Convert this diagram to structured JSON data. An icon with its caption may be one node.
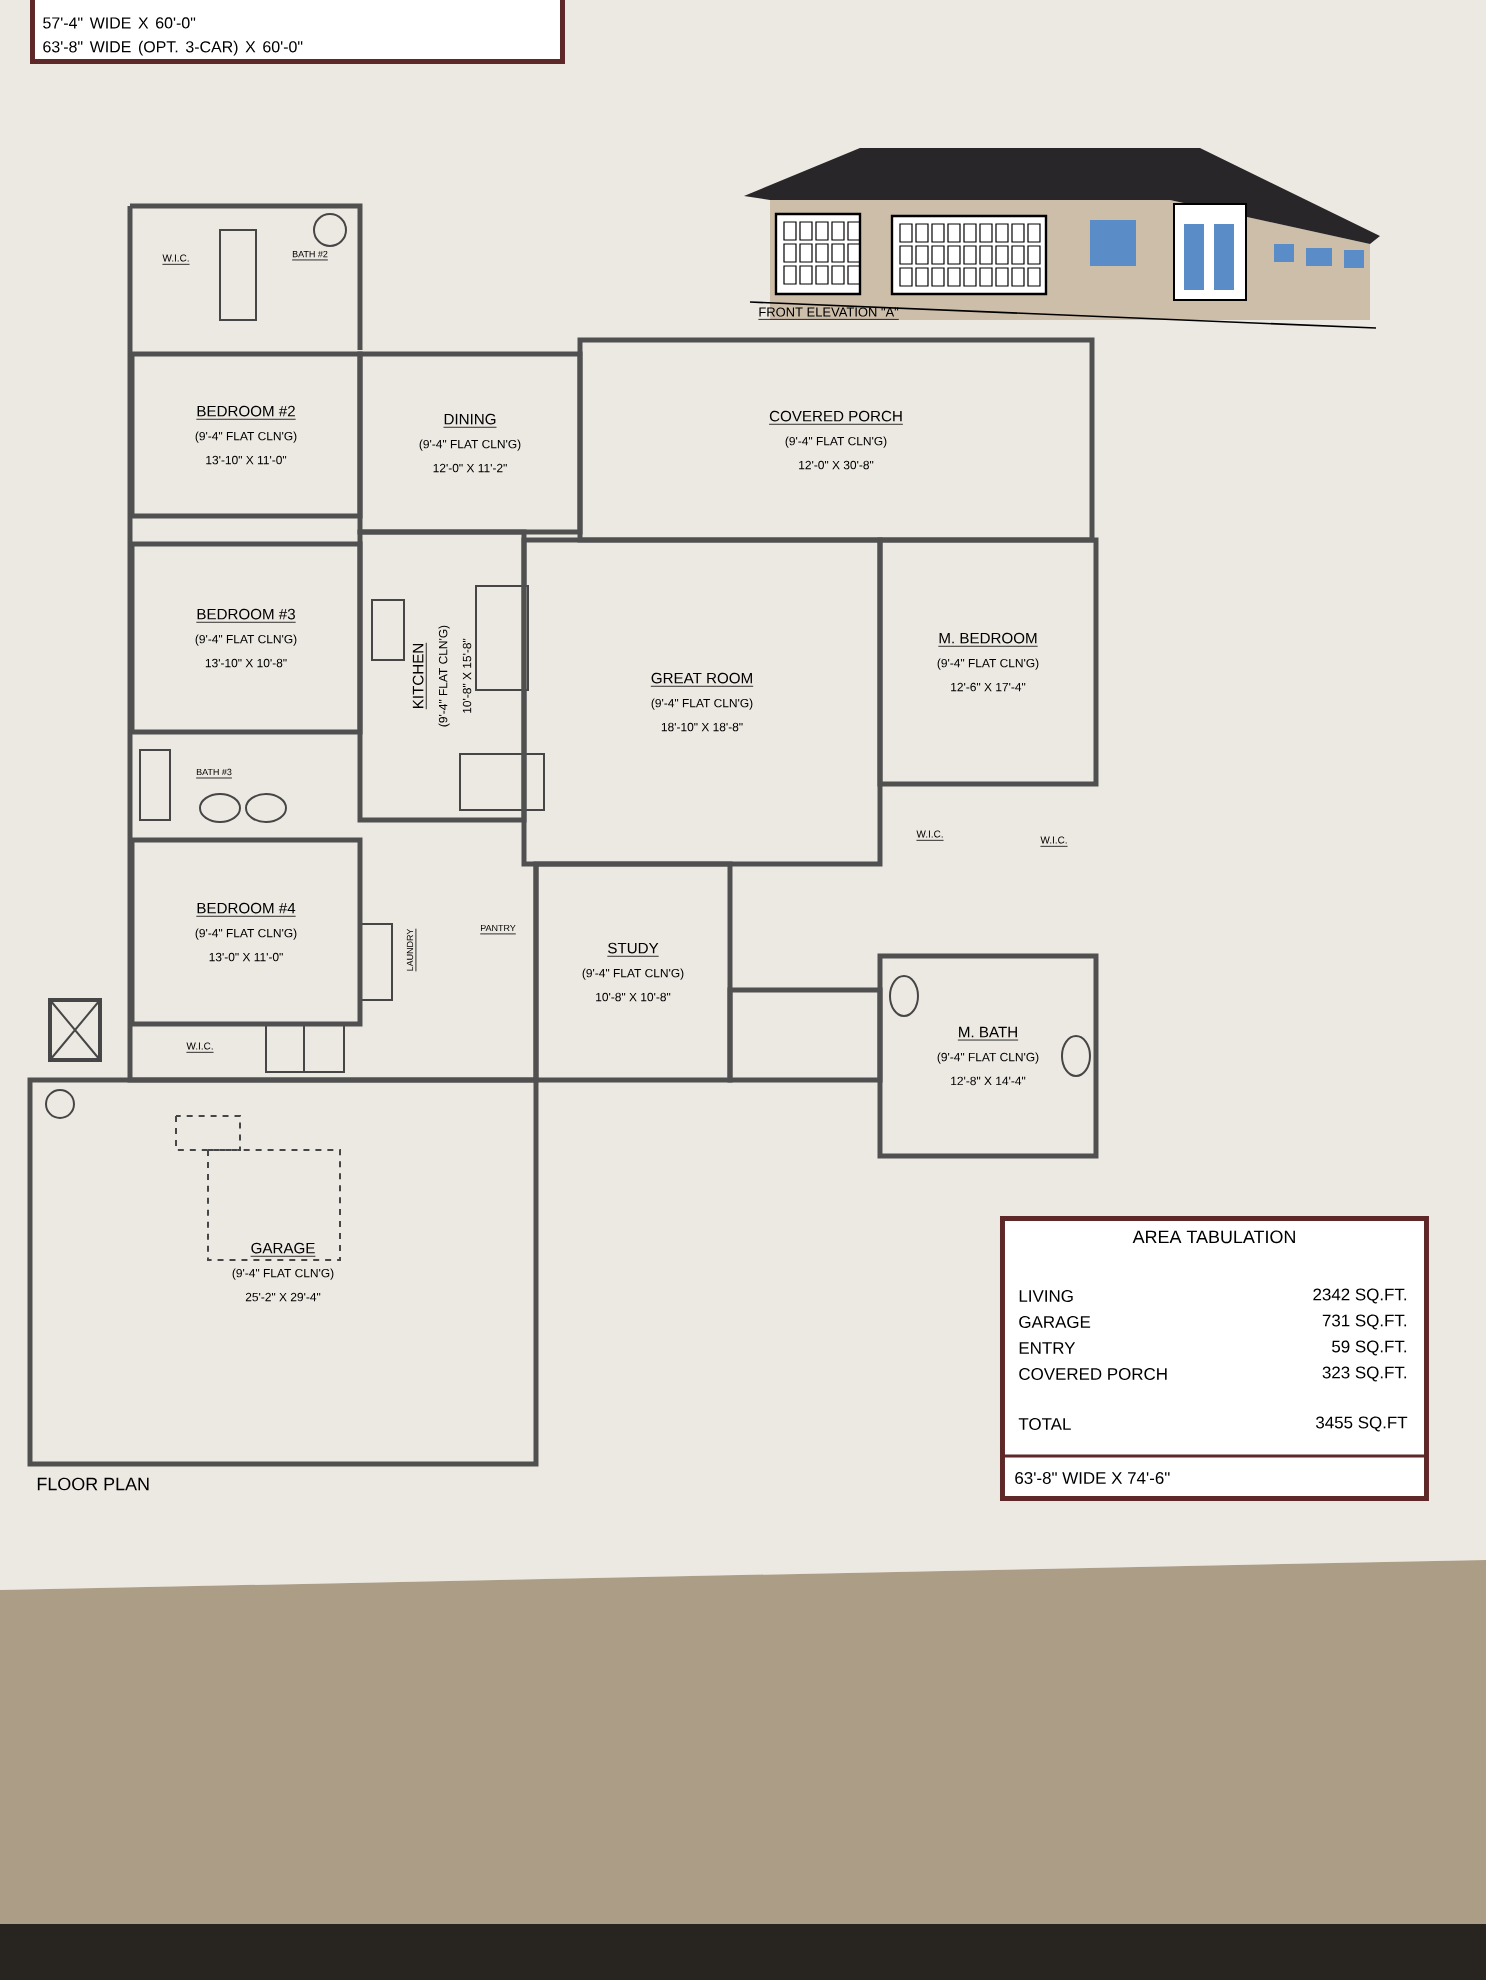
{
  "diagram": {
    "nodes": [
      {
        "text": [
          "57'-4\" WIDE X 60'-0\"",
          "63'-8\" WIDE (OPT. 3-CAR) X 60'-0\""
        ]
      },
      {
        "text": [
          "BEDROOM #2",
          "(9'-4\" FLAT CLN'G)",
          "13'-10\" X 11'-0\""
        ]
      },
      {
        "text": [
          "DINING",
          "(9'-4\" FLAT CLN'G)",
          "12'-0\" X 11'-2\""
        ]
      },
      {
        "text": [
          "COVERED PORCH",
          "(9'-4\" FLAT CLN'G)",
          "12'-0\" X 30'-8\""
        ]
      },
      {
        "text": [
          "BEDROOM #3",
          "(9'-4\" FLAT CLN'G)",
          "13'-10\" X 10'-8\""
        ]
      },
      {
        "text": [
          "KITCHEN",
          "(9'-4\" FLAT CLN'G)",
          "10'-8\" X 15'-8\""
        ]
      },
      {
        "text": [
          "GREAT ROOM",
          "(9'-4\" FLAT CLN'G)",
          "18'-10\" X 18'-8\""
        ]
      },
      {
        "text": [
          "M. BEDROOM",
          "(9'-4\" FLAT CLN'G)",
          "12'-6\" X 17'-4\""
        ]
      },
      {
        "text": [
          "BEDROOM #4",
          "(9'-4\" FLAT CLN'G)",
          "13'-0\" X 11'-0\""
        ]
      },
      {
        "text": [
          "STUDY",
          "(9'-4\" FLAT CLN'G)",
          "10'-8\" X 10'-8\""
        ]
      },
      {
        "text": [
          "M. BATH",
          "(9'-4\" FLAT CLN'G)",
          "12'-8\" X 14'-4\""
        ]
      },
      {
        "text": [
          "GARAGE",
          "(9'-4\" FLAT CLN'G)",
          "25'-2\" X 29'-4\""
        ]
      },
      {
        "text": [
          "AREA TABULATION"
        ]
      }
    ],
    "labels": [
      "FRONT ELEVATION \"A\"",
      "W.I.C.",
      "BATH #2",
      "BATH #3",
      "W.I.C.",
      "W.I.C.",
      "LAUNDRY",
      "PANTRY",
      "W.I.C.",
      "FLOOR PLAN",
      "LIVING",
      "2342 SQ.FT.",
      "GARAGE",
      "731 SQ.FT.",
      "ENTRY",
      "59 SQ.FT.",
      "COVERED PORCH",
      "323 SQ.FT.",
      "TOTAL",
      "3455 SQ.FT",
      "63'-8\" WIDE X 74'-6\""
    ]
  }
}
